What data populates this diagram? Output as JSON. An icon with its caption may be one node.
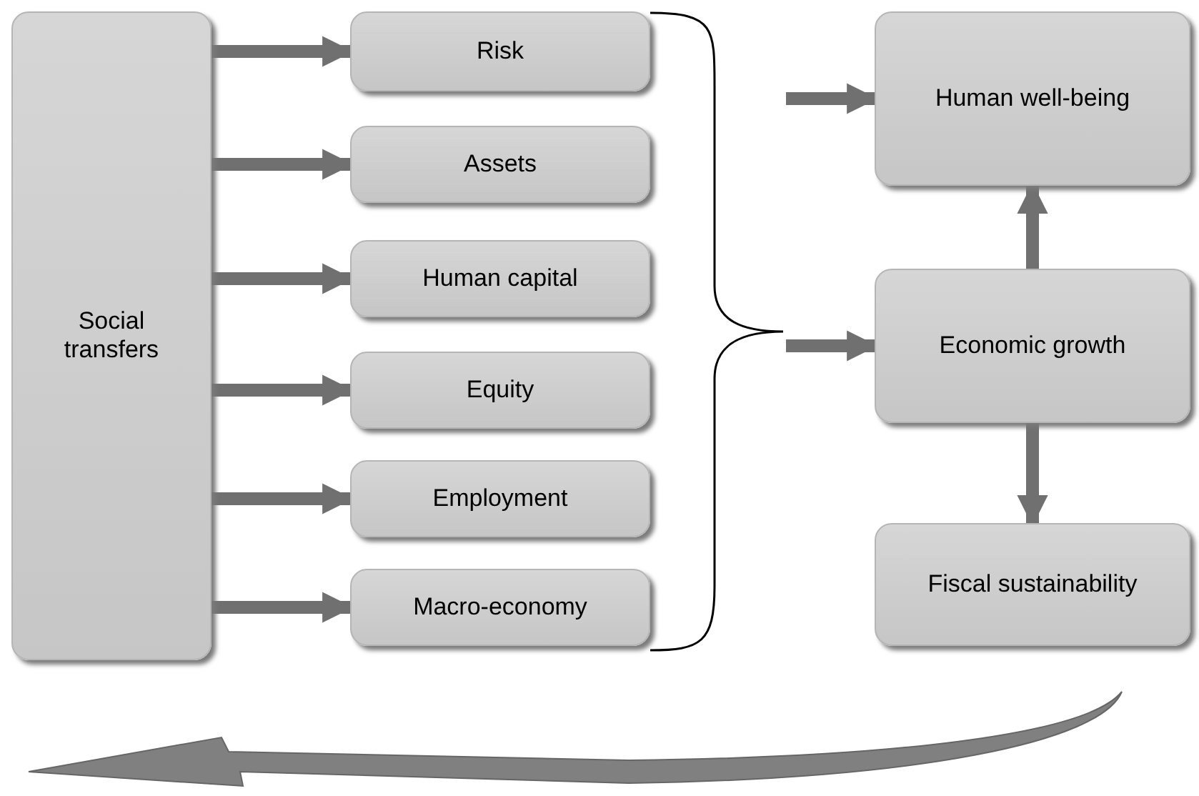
{
  "diagram": {
    "nodes": [
      {
        "text": [
          "Social transfers"
        ]
      },
      {
        "text": [
          "Risk"
        ]
      },
      {
        "text": [
          "Assets"
        ]
      },
      {
        "text": [
          "Human capital"
        ]
      },
      {
        "text": [
          "Equity"
        ]
      },
      {
        "text": [
          "Employment"
        ]
      },
      {
        "text": [
          "Macro-economy"
        ]
      },
      {
        "text": [
          "Human well-being"
        ]
      },
      {
        "text": [
          "Economic growth"
        ]
      },
      {
        "text": [
          "Fiscal sustainability"
        ]
      },
      {
        "text": [],
        "shape": "brace"
      }
    ],
    "edges": [
      {
        "from": 0,
        "to": 1,
        "arrow": "to"
      },
      {
        "from": 0,
        "to": 2,
        "arrow": "to"
      },
      {
        "from": 0,
        "to": 3,
        "arrow": "to"
      },
      {
        "from": 0,
        "to": 4,
        "arrow": "to"
      },
      {
        "from": 0,
        "to": 5,
        "arrow": "to"
      },
      {
        "from": 0,
        "to": 6,
        "arrow": "to"
      },
      {
        "from": 10,
        "to": 7,
        "arrow": "to"
      },
      {
        "from": 10,
        "to": 8,
        "arrow": "to"
      },
      {
        "from": 8,
        "to": 7,
        "arrow": "to"
      },
      {
        "from": 8,
        "to": 9,
        "arrow": "to"
      }
    ]
  }
}
